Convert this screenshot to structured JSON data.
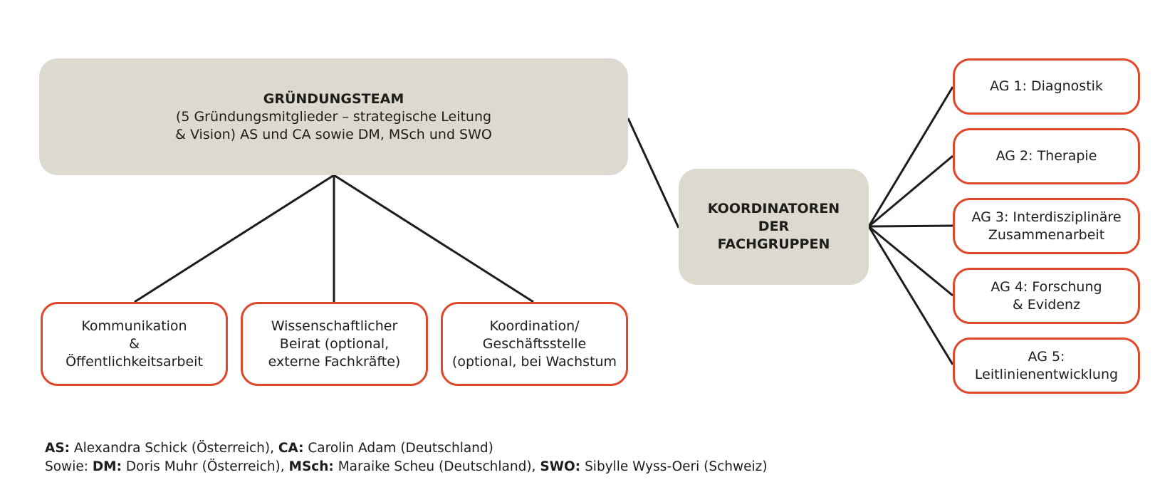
{
  "founding_team": {
    "title": "GRÜNDUNGSTEAM",
    "line1": "(5 Gründungsmitglieder – strategische Leitung",
    "line2": "& Vision) AS und CA sowie DM, MSch und SWO"
  },
  "coordinators": {
    "line1": "KOORDINATOREN",
    "line2": "DER",
    "line3": "FACHGRUPPEN"
  },
  "sub_units": [
    {
      "line1": "Kommunikation",
      "line2": "&",
      "line3": "Öffentlichkeitsarbeit"
    },
    {
      "line1": "Wissenschaftlicher",
      "line2": "Beirat (optional,",
      "line3": "externe Fachkräfte)"
    },
    {
      "line1": "Koordination/",
      "line2": "Geschäftsstelle",
      "line3": "(optional, bei Wachstum"
    }
  ],
  "working_groups": [
    {
      "line1": "AG 1: Diagnostik",
      "line2": ""
    },
    {
      "line1": "AG 2: Therapie",
      "line2": ""
    },
    {
      "line1": "AG 3: Interdisziplinäre",
      "line2": "Zusammenarbeit"
    },
    {
      "line1": "AG 4: Forschung",
      "line2": "& Evidenz"
    },
    {
      "line1": "AG 5:",
      "line2": "Leitlinienentwicklung"
    }
  ],
  "legend": {
    "row1": [
      {
        "abbr": "AS:",
        "text": " Alexandra Schick (Österreich), "
      },
      {
        "abbr": "CA:",
        "text": " Carolin Adam (Deutschland)"
      }
    ],
    "row2_prefix": "Sowie: ",
    "row2": [
      {
        "abbr": "DM:",
        "text": " Doris Muhr (Österreich), "
      },
      {
        "abbr": "MSch:",
        "text": " Maraike Scheu (Deutschland), "
      },
      {
        "abbr": "SWO:",
        "text": " Sibylle Wyss-Oeri (Schweiz)"
      }
    ]
  },
  "colors": {
    "beige_fill": "#ded9ce",
    "red_border": "#e0482b",
    "line": "#1d1d1b"
  }
}
